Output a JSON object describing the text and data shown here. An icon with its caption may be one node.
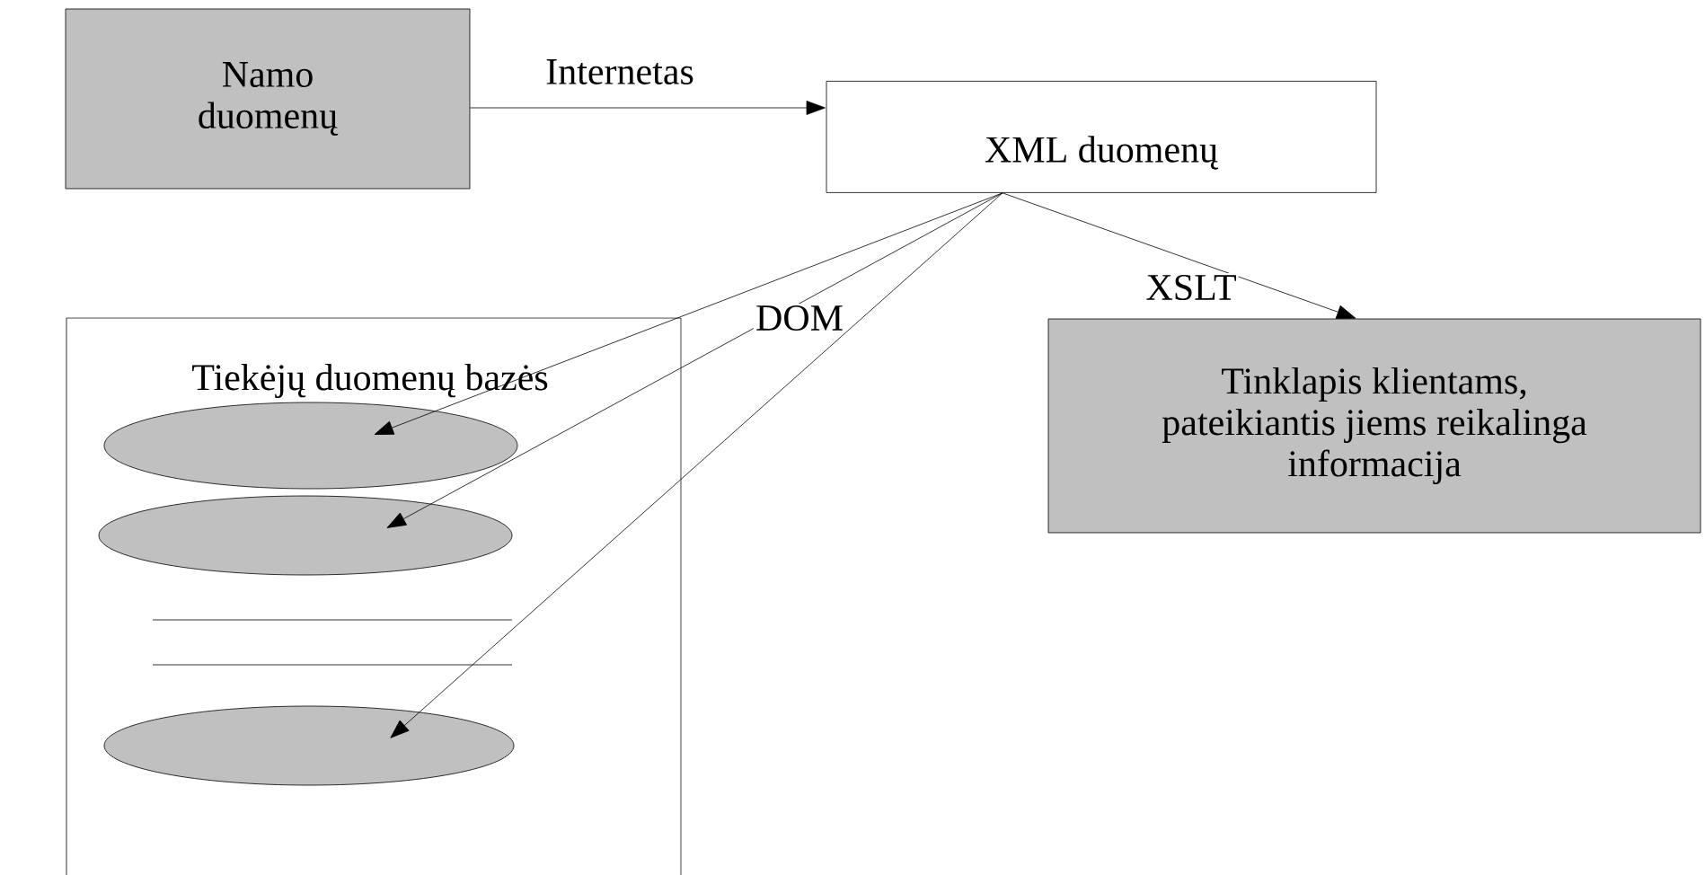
{
  "diagram": {
    "nodes": [
      {
        "text": [
          "Namo duomenų"
        ]
      },
      {
        "text": [
          "XML duomenų"
        ]
      },
      {
        "text": [
          "Tiekėjų duomenų bazės"
        ]
      },
      {
        "text": [],
        "shape": "ellipse",
        "in": 2
      },
      {
        "text": [],
        "shape": "ellipse",
        "in": 2
      },
      {
        "text": [],
        "shape": "ellipse",
        "in": 2
      },
      {
        "text": [
          "Tinklapis klientams, pateikiantis jiems reikalinga informacija"
        ]
      }
    ],
    "edges": [
      {
        "from": 0,
        "to": 1,
        "arrow": "to",
        "label": "Internetas"
      },
      {
        "from": 1,
        "to": 3,
        "arrow": "to",
        "label": "DOM"
      },
      {
        "from": 1,
        "to": 4,
        "arrow": "to"
      },
      {
        "from": 1,
        "to": 5,
        "arrow": "to"
      },
      {
        "from": 1,
        "to": 6,
        "arrow": "to",
        "label": "XSLT"
      }
    ]
  }
}
